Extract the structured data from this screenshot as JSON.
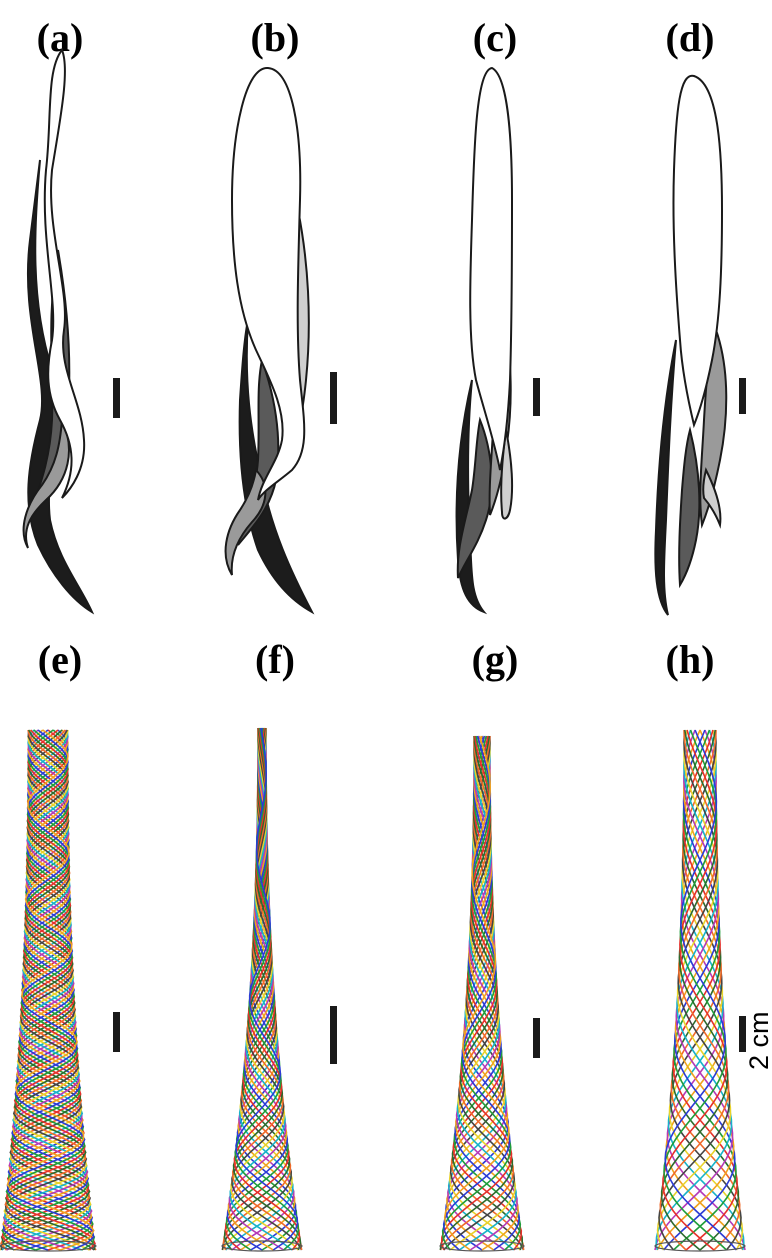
{
  "panels": {
    "a": "(a)",
    "b": "(b)",
    "c": "(c)",
    "d": "(d)",
    "e": "(e)",
    "f": "(f)",
    "g": "(g)",
    "h": "(h)"
  },
  "scale_bar_label": "2 cm",
  "colors": {
    "outline": "#1a1a1a",
    "dark_fin": "#1c1c1c",
    "mid_fin": "#5a5a5a",
    "light_fin": "#9a9a9a",
    "pale_fin": "#cfcfcf",
    "body": "#ffffff",
    "strand_palette": [
      "#e6302b",
      "#1f9d3a",
      "#2b3bd6",
      "#f0a21e",
      "#b53ab8",
      "#17b3c9",
      "#e8d22a",
      "#444444",
      "#f06a2a",
      "#2d6b2d"
    ]
  }
}
